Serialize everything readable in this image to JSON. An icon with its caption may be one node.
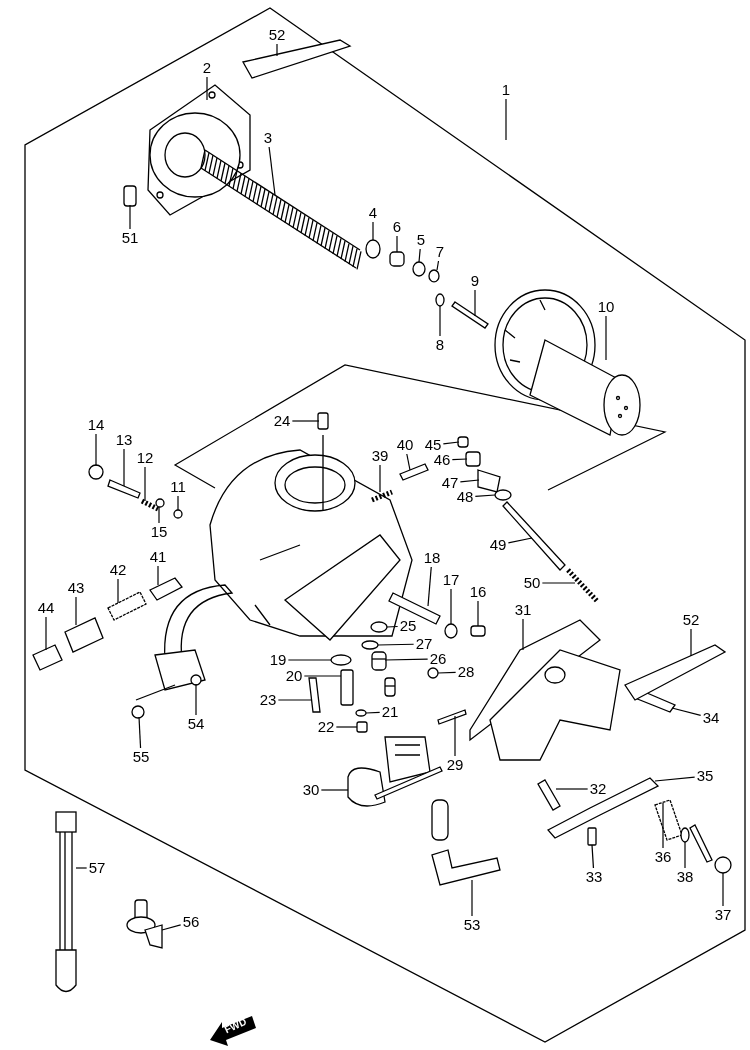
{
  "diagram": {
    "nodes": [
      {
        "text": [
          "1"
        ]
      },
      {
        "text": [
          "2"
        ]
      },
      {
        "text": [
          "3"
        ]
      },
      {
        "text": [
          "4"
        ]
      },
      {
        "text": [
          "5"
        ]
      },
      {
        "text": [
          "6"
        ]
      },
      {
        "text": [
          "7"
        ]
      },
      {
        "text": [
          "8"
        ]
      },
      {
        "text": [
          "9"
        ]
      },
      {
        "text": [
          "10"
        ]
      },
      {
        "text": [
          "11"
        ]
      },
      {
        "text": [
          "12"
        ]
      },
      {
        "text": [
          "13"
        ]
      },
      {
        "text": [
          "14"
        ]
      },
      {
        "text": [
          "15"
        ]
      },
      {
        "text": [
          "16"
        ]
      },
      {
        "text": [
          "17"
        ]
      },
      {
        "text": [
          "18"
        ]
      },
      {
        "text": [
          "19"
        ]
      },
      {
        "text": [
          "20"
        ]
      },
      {
        "text": [
          "21"
        ]
      },
      {
        "text": [
          "22"
        ]
      },
      {
        "text": [
          "23"
        ]
      },
      {
        "text": [
          "24"
        ]
      },
      {
        "text": [
          "25"
        ]
      },
      {
        "text": [
          "26"
        ]
      },
      {
        "text": [
          "27"
        ]
      },
      {
        "text": [
          "28"
        ]
      },
      {
        "text": [
          "29"
        ]
      },
      {
        "text": [
          "30"
        ]
      },
      {
        "text": [
          "31"
        ]
      },
      {
        "text": [
          "32"
        ]
      },
      {
        "text": [
          "33"
        ]
      },
      {
        "text": [
          "34"
        ]
      },
      {
        "text": [
          "35"
        ]
      },
      {
        "text": [
          "36"
        ]
      },
      {
        "text": [
          "37"
        ]
      },
      {
        "text": [
          "38"
        ]
      },
      {
        "text": [
          "39"
        ]
      },
      {
        "text": [
          "40"
        ]
      },
      {
        "text": [
          "41"
        ]
      },
      {
        "text": [
          "42"
        ]
      },
      {
        "text": [
          "43"
        ]
      },
      {
        "text": [
          "44"
        ]
      },
      {
        "text": [
          "45"
        ]
      },
      {
        "text": [
          "46"
        ]
      },
      {
        "text": [
          "47"
        ]
      },
      {
        "text": [
          "48"
        ]
      },
      {
        "text": [
          "49"
        ]
      },
      {
        "text": [
          "50"
        ]
      },
      {
        "text": [
          "51"
        ]
      },
      {
        "text": [
          "52"
        ]
      },
      {
        "text": [
          "52"
        ]
      },
      {
        "text": [
          "53"
        ]
      },
      {
        "text": [
          "54"
        ]
      },
      {
        "text": [
          "55"
        ]
      },
      {
        "text": [
          "56"
        ]
      },
      {
        "text": [
          "57"
        ]
      },
      {
        "text": [],
        "shape": "picture"
      },
      {
        "text": [],
        "shape": "picture"
      },
      {
        "text": [],
        "shape": "circle"
      },
      {
        "text": [],
        "shape": "circle"
      },
      {
        "text": [],
        "shape": "box"
      },
      {
        "text": [],
        "shape": "circle"
      },
      {
        "text": [],
        "shape": "circle"
      },
      {
        "text": [],
        "shape": "bar"
      },
      {
        "text": [],
        "shape": "picture"
      },
      {
        "text": [],
        "shape": "circle"
      },
      {
        "text": [],
        "shape": "bar"
      },
      {
        "text": [],
        "shape": "bar"
      },
      {
        "text": [],
        "shape": "circle"
      },
      {
        "text": [],
        "shape": "circle"
      },
      {
        "text": [],
        "shape": "box"
      },
      {
        "text": [],
        "shape": "circle"
      },
      {
        "text": [],
        "shape": "bar"
      },
      {
        "text": [],
        "shape": "circle"
      },
      {
        "text": [],
        "shape": "box"
      },
      {
        "text": [],
        "shape": "circle"
      },
      {
        "text": [],
        "shape": "box"
      },
      {
        "text": [],
        "shape": "bar"
      },
      {
        "text": [],
        "shape": "box"
      },
      {
        "text": [],
        "shape": "circle"
      },
      {
        "text": [],
        "shape": "picture"
      },
      {
        "text": [],
        "shape": "circle"
      },
      {
        "text": [],
        "shape": "circle"
      },
      {
        "text": [],
        "shape": "bar"
      },
      {
        "text": [],
        "shape": "picture"
      },
      {
        "text": [],
        "shape": "picture"
      },
      {
        "text": [],
        "shape": "bar"
      },
      {
        "text": [],
        "shape": "box"
      },
      {
        "text": [],
        "shape": "bar"
      },
      {
        "text": [],
        "shape": "bar"
      },
      {
        "text": [],
        "shape": "bar"
      },
      {
        "text": [],
        "shape": "picture"
      },
      {
        "text": [],
        "shape": "circle"
      },
      {
        "text": [],
        "shape": "bar"
      },
      {
        "text": [],
        "shape": "bar"
      },
      {
        "text": [],
        "shape": "bar"
      },
      {
        "text": [],
        "shape": "bar"
      },
      {
        "text": [],
        "shape": "bar"
      },
      {
        "text": [],
        "shape": "bar"
      },
      {
        "text": [],
        "shape": "box"
      },
      {
        "text": [],
        "shape": "box"
      },
      {
        "text": [],
        "shape": "bar"
      },
      {
        "text": [],
        "shape": "circle"
      },
      {
        "text": [],
        "shape": "bar"
      },
      {
        "text": [],
        "shape": "bar"
      },
      {
        "text": [],
        "shape": "box"
      },
      {
        "text": [],
        "shape": "bar"
      },
      {
        "text": [],
        "shape": "bar"
      },
      {
        "text": [],
        "shape": "picture"
      },
      {
        "text": [],
        "shape": "picture"
      },
      {
        "text": [],
        "shape": "picture"
      },
      {
        "text": [],
        "shape": "picture"
      },
      {
        "text": [],
        "shape": "picture"
      }
    ],
    "edges": [
      {
        "from": 0,
        "to": null,
        "arrow": "none"
      },
      {
        "from": 1,
        "to": 58,
        "arrow": "none"
      },
      {
        "from": 2,
        "to": 59,
        "arrow": "none"
      },
      {
        "from": 3,
        "to": 60,
        "arrow": "none"
      },
      {
        "from": 4,
        "to": 61,
        "arrow": "none"
      },
      {
        "from": 5,
        "to": 62,
        "arrow": "none"
      },
      {
        "from": 6,
        "to": 63,
        "arrow": "none"
      },
      {
        "from": 7,
        "to": 64,
        "arrow": "none"
      },
      {
        "from": 8,
        "to": 65,
        "arrow": "none"
      },
      {
        "from": 9,
        "to": 66,
        "arrow": "none"
      },
      {
        "from": 10,
        "to": 67,
        "arrow": "none"
      },
      {
        "from": 11,
        "to": 68,
        "arrow": "none"
      },
      {
        "from": 12,
        "to": 69,
        "arrow": "none"
      },
      {
        "from": 13,
        "to": 70,
        "arrow": "none"
      },
      {
        "from": 14,
        "to": 71,
        "arrow": "none"
      },
      {
        "from": 15,
        "to": 72,
        "arrow": "none"
      },
      {
        "from": 16,
        "to": 73,
        "arrow": "none"
      },
      {
        "from": 17,
        "to": 74,
        "arrow": "none"
      },
      {
        "from": 18,
        "to": 75,
        "arrow": "none"
      },
      {
        "from": 19,
        "to": 76,
        "arrow": "none"
      },
      {
        "from": 20,
        "to": 77,
        "arrow": "none"
      },
      {
        "from": 21,
        "to": 78,
        "arrow": "none"
      },
      {
        "from": 22,
        "to": 79,
        "arrow": "none"
      },
      {
        "from": 23,
        "to": 80,
        "arrow": "none"
      },
      {
        "from": 24,
        "to": 81,
        "arrow": "none"
      },
      {
        "from": 25,
        "to": 82,
        "arrow": "none"
      },
      {
        "from": 26,
        "to": 83,
        "arrow": "none"
      },
      {
        "from": 27,
        "to": 84,
        "arrow": "none"
      },
      {
        "from": 28,
        "to": 85,
        "arrow": "none"
      },
      {
        "from": 29,
        "to": 86,
        "arrow": "none"
      },
      {
        "from": 30,
        "to": 87,
        "arrow": "none"
      },
      {
        "from": 31,
        "to": 88,
        "arrow": "none"
      },
      {
        "from": 32,
        "to": 89,
        "arrow": "none"
      },
      {
        "from": 33,
        "to": 90,
        "arrow": "none"
      },
      {
        "from": 34,
        "to": 91,
        "arrow": "none"
      },
      {
        "from": 35,
        "to": 92,
        "arrow": "none"
      },
      {
        "from": 36,
        "to": 93,
        "arrow": "none"
      },
      {
        "from": 37,
        "to": 94,
        "arrow": "none"
      },
      {
        "from": 38,
        "to": 95,
        "arrow": "none"
      },
      {
        "from": 39,
        "to": 96,
        "arrow": "none"
      },
      {
        "from": 40,
        "to": 97,
        "arrow": "none"
      },
      {
        "from": 41,
        "to": 98,
        "arrow": "none"
      },
      {
        "from": 42,
        "to": 99,
        "arrow": "none"
      },
      {
        "from": 43,
        "to": 100,
        "arrow": "none"
      },
      {
        "from": 44,
        "to": 101,
        "arrow": "none"
      },
      {
        "from": 45,
        "to": 102,
        "arrow": "none"
      },
      {
        "from": 46,
        "to": 103,
        "arrow": "none"
      },
      {
        "from": 47,
        "to": 104,
        "arrow": "none"
      },
      {
        "from": 48,
        "to": 105,
        "arrow": "none"
      },
      {
        "from": 49,
        "to": 106,
        "arrow": "none"
      },
      {
        "from": 50,
        "to": 107,
        "arrow": "none"
      },
      {
        "from": 51,
        "to": 108,
        "arrow": "none"
      },
      {
        "from": 52,
        "to": 109,
        "arrow": "none"
      },
      {
        "from": 53,
        "to": 110,
        "arrow": "none"
      },
      {
        "from": 54,
        "to": 111,
        "arrow": "none"
      },
      {
        "from": 55,
        "to": 112,
        "arrow": "none"
      },
      {
        "from": 56,
        "to": 113,
        "arrow": "none"
      },
      {
        "from": 57,
        "to": 114,
        "arrow": "none"
      }
    ],
    "labels": [
      "FWD"
    ]
  }
}
